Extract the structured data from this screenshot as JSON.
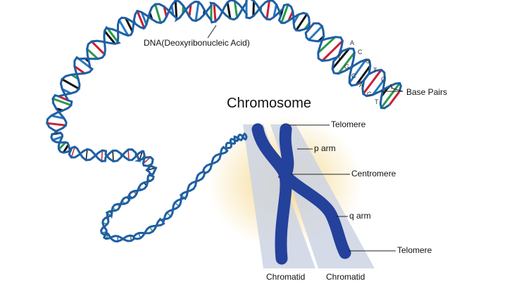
{
  "title": "Chromosome",
  "labels": {
    "dna": "DNA(Deoxyribonucleic Acid)",
    "base_pairs": "Base Pairs",
    "telomere_top": "Telomere",
    "p_arm": "p arm",
    "centromere": "Centromere",
    "q_arm": "q arm",
    "telomere_bottom": "Telomere",
    "chromatid_left": "Chromatid",
    "chromatid_right": "Chromatid"
  },
  "base_letters_top": [
    "A",
    "C",
    "G",
    "T",
    "C",
    "A"
  ],
  "base_letters_bottom": [
    "T",
    "G",
    "C",
    "A",
    "G",
    "T"
  ],
  "colors": {
    "strand": "#1f5fa3",
    "chromosome": "#24419b",
    "band": "#cdd3e3",
    "glow": "#f3d27a",
    "base_red": "#c8213a",
    "base_green": "#2a9a4a",
    "base_black": "#111111",
    "base_blue": "#2a78c0"
  }
}
